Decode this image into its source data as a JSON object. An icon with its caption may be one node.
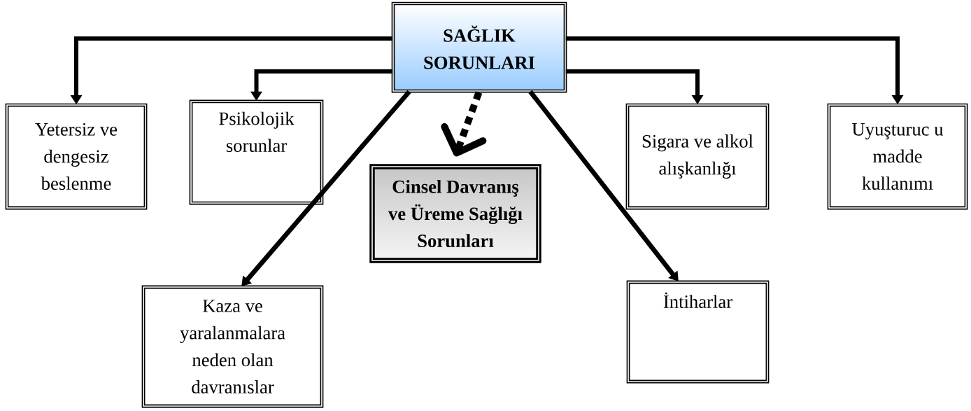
{
  "diagram": {
    "nodes": [
      {
        "text": [
          "SAĞLIK SORUNLARI"
        ]
      },
      {
        "text": [
          "Yetersiz ve dengesiz beslenme"
        ]
      },
      {
        "text": [
          "Psikolojik sorunlar"
        ]
      },
      {
        "text": [
          "Cinsel Davranış ve Üreme Sağlığı Sorunları"
        ]
      },
      {
        "text": [
          "Sigara ve alkol alışkanlığı"
        ]
      },
      {
        "text": [
          "Uyuşturuc u madde kullanımı"
        ]
      },
      {
        "text": [
          "Kaza ve yaralanmalara neden olan davranıslar"
        ]
      },
      {
        "text": [
          "İntiharlar"
        ]
      }
    ],
    "edges": [
      {
        "from": 0,
        "to": 1,
        "arrow": "to"
      },
      {
        "from": 0,
        "to": 2,
        "arrow": "to"
      },
      {
        "from": 0,
        "to": 3,
        "arrow": "to",
        "style": "dashed"
      },
      {
        "from": 0,
        "to": 4,
        "arrow": "to"
      },
      {
        "from": 0,
        "to": 5,
        "arrow": "to"
      },
      {
        "from": 0,
        "to": 6,
        "arrow": "to"
      },
      {
        "from": 0,
        "to": 7,
        "arrow": "to"
      }
    ]
  }
}
